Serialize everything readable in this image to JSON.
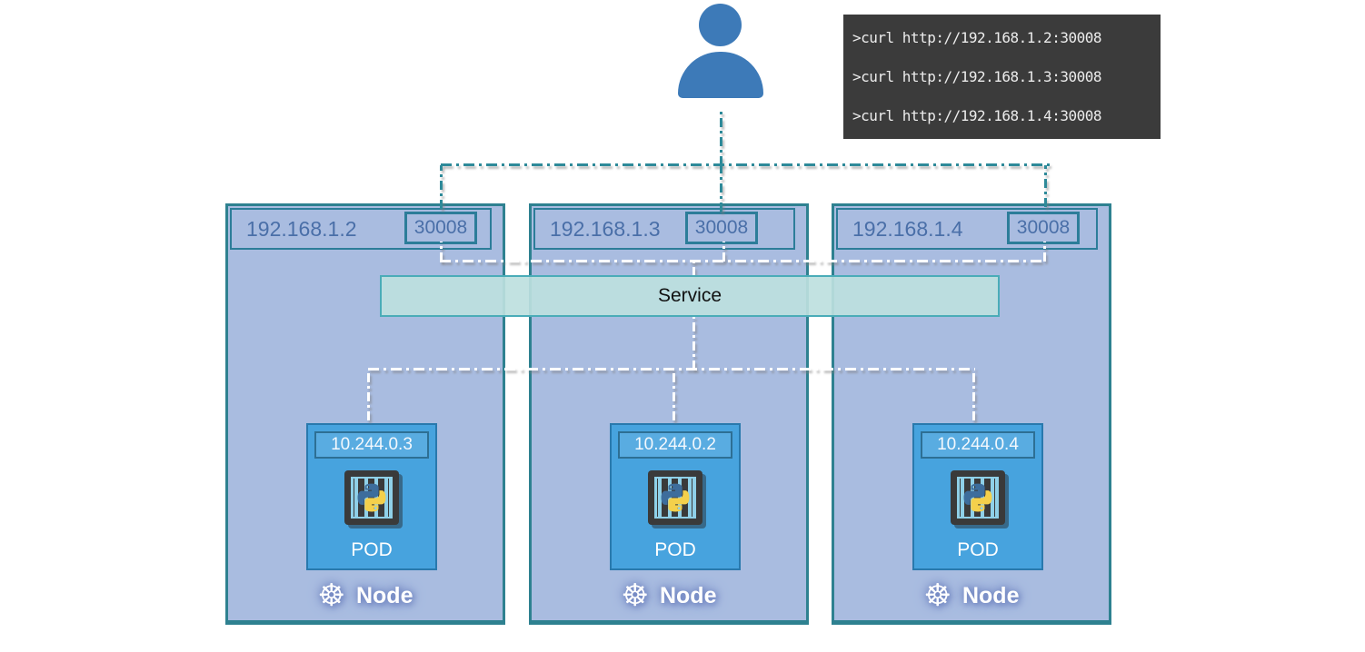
{
  "terminal": {
    "lines": [
      ">curl http://192.168.1.2:30008",
      ">curl http://192.168.1.3:30008",
      ">curl http://192.168.1.4:30008"
    ]
  },
  "service": {
    "label": "Service"
  },
  "nodes": [
    {
      "ip": "192.168.1.2",
      "port": "30008",
      "pod": {
        "ip": "10.244.0.3",
        "label": "POD"
      },
      "label": "Node"
    },
    {
      "ip": "192.168.1.3",
      "port": "30008",
      "pod": {
        "ip": "10.244.0.2",
        "label": "POD"
      },
      "label": "Node"
    },
    {
      "ip": "192.168.1.4",
      "port": "30008",
      "pod": {
        "ip": "10.244.0.4",
        "label": "POD"
      },
      "label": "Node"
    }
  ],
  "icons": {
    "kubernetes_glyph": "☸",
    "user": "user-icon",
    "python_container": "python-container-icon"
  },
  "colors": {
    "node_fill": "#a9bce0",
    "node_border": "#2e8190",
    "pod_fill": "#47a3de",
    "service_fill": "#bde0de",
    "service_border": "#4aacb8",
    "ip_text": "#4a6fa8",
    "teal_line": "#2e8a99",
    "white_line": "#ffffff",
    "terminal_bg": "#3b3b3b",
    "user_blue": "#3d7ab8",
    "python_blue": "#3d6d9c",
    "python_yellow": "#f4d04b"
  }
}
